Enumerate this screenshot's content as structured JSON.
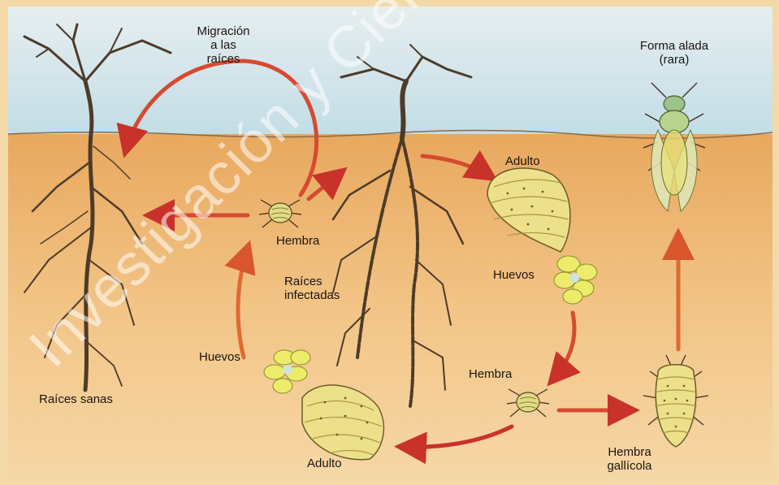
{
  "labels": {
    "migracion": [
      "Migración",
      "a las",
      "raíces"
    ],
    "forma_alada": [
      "Forma alada",
      "(rara)"
    ],
    "adulto_top": "Adulto",
    "hembra_left": "Hembra",
    "raices_infectadas": [
      "Raíces",
      "infectadas"
    ],
    "huevos_right": "Huevos",
    "huevos_left": "Huevos",
    "hembra_right": "Hembra",
    "raices_sanas": "Raíces sanas",
    "hembra_gallicola": [
      "Hembra",
      "gallícola"
    ],
    "adulto_bottom": "Adulto"
  },
  "watermark": "Investigación y Ciencia",
  "colors": {
    "sky": "#cfe4ea",
    "soil": "#f0c27e",
    "arrow_red": "#c9322a",
    "arrow_orange": "#e8782d",
    "root": "#5a4630",
    "insect_body": "#e9e07a",
    "winged_insect": "#cfe08a"
  }
}
